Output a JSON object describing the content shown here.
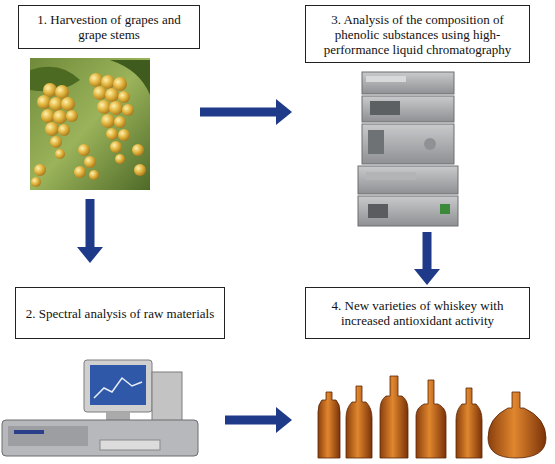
{
  "diagram": {
    "nodes": [
      {
        "text": [
          "1. Harvestion of grapes and grape stems"
        ]
      },
      {
        "text": [
          "3. Analysis of the composition of phenolic substances using high-performance liquid chromatography"
        ]
      },
      {
        "text": [
          "2. Spectral analysis of raw materials"
        ]
      },
      {
        "text": [
          "4. New varieties of whiskey with increased antioxidant activity"
        ]
      }
    ],
    "edges": [
      {
        "from": 0,
        "to": 1,
        "arrow": "to"
      },
      {
        "from": 0,
        "to": 2,
        "arrow": "to"
      },
      {
        "from": 1,
        "to": 3,
        "arrow": "to"
      },
      {
        "from": 2,
        "to": 3,
        "arrow": "to"
      }
    ]
  }
}
